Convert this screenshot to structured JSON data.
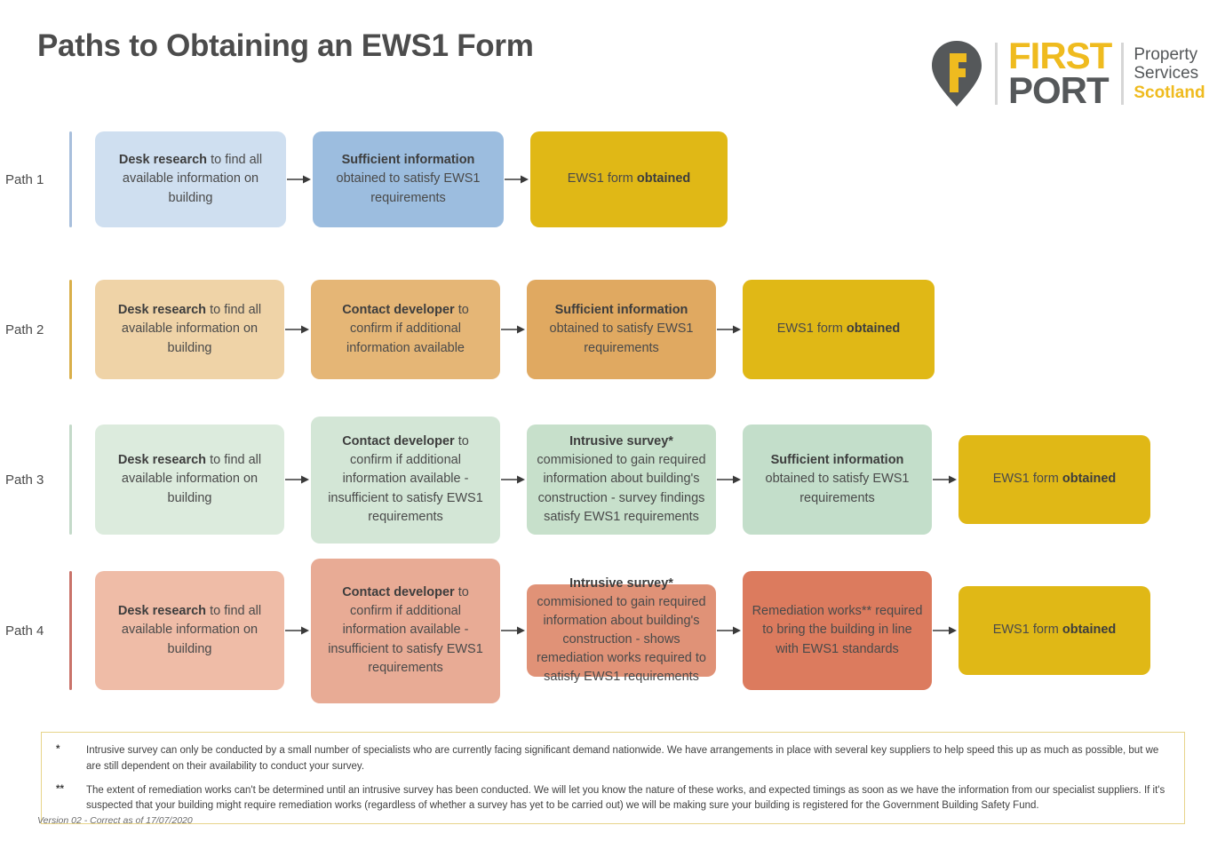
{
  "header": {
    "title": "Paths to Obtaining an EWS1 Form",
    "logo": {
      "pin_icon": "map-pin-with-f-icon",
      "brand_first": "FIRST",
      "brand_port": "PORT",
      "sub_line1": "Property",
      "sub_line2": "Services",
      "sub_line3": "Scotland",
      "gold": "#EFBB1F",
      "grey": "#55585A"
    }
  },
  "paths": [
    {
      "label": "Path 1",
      "bar_color": "#A8BFDC",
      "steps": [
        {
          "bold": "Desk research",
          "rest": " to find all available information on building",
          "bg": "#CFDFF0"
        },
        {
          "bold": "Sufficient information",
          "rest": " obtained to satisfy EWS1 requirements",
          "bg": "#9CBDDF"
        },
        {
          "bold": "",
          "rest": "EWS1 form ",
          "bold_tail": "obtained",
          "bg": "#E0B816"
        }
      ]
    },
    {
      "label": "Path 2",
      "bar_color": "#D9AF4A",
      "steps": [
        {
          "bold": "Desk research",
          "rest": " to find all available information on building",
          "bg": "#EFD3A7"
        },
        {
          "bold": "Contact developer",
          "rest": " to confirm if additional information available",
          "bg": "#E5B676"
        },
        {
          "bold": "Sufficient information",
          "rest": " obtained to satisfy EWS1 requirements",
          "bg": "#E0A961"
        },
        {
          "bold": "",
          "rest": "EWS1 form ",
          "bold_tail": "obtained",
          "bg": "#E0B816"
        }
      ]
    },
    {
      "label": "Path 3",
      "bar_color": "#C4DAC9",
      "steps": [
        {
          "bold": "Desk research",
          "rest": " to find all available information on building",
          "bg": "#DCEBDD"
        },
        {
          "bold": "Contact developer",
          "rest": " to confirm if additional information available - insufficient to satisfy EWS1 requirements",
          "bg": "#D3E6D6"
        },
        {
          "bold": "Intrusive survey*",
          "rest": " commisioned to gain required information about building's construction - survey findings satisfy EWS1 requirements",
          "bg": "#C7E0CB"
        },
        {
          "bold": "Sufficient information",
          "rest": " obtained to satisfy EWS1 requirements",
          "bg": "#C3DECA"
        },
        {
          "bold": "",
          "rest": "EWS1 form ",
          "bold_tail": "obtained",
          "bg": "#E0B816"
        }
      ]
    },
    {
      "label": "Path 4",
      "bar_color": "#C9736A",
      "steps": [
        {
          "bold": "Desk research",
          "rest": " to find all available information on building",
          "bg": "#EFBCA7"
        },
        {
          "bold": "Contact developer",
          "rest": " to confirm if additional information available - insufficient to satisfy EWS1 requirements",
          "bg": "#E8AB95"
        },
        {
          "bold": "Intrusive survey*",
          "rest": " commisioned to gain required information about building's construction - shows remediation works required to satisfy EWS1 requirements",
          "bg": "#E09277"
        },
        {
          "bold": "",
          "rest": "Remediation works** required to bring the building in line with EWS1 standards",
          "bg": "#DC7B5E"
        },
        {
          "bold": "",
          "rest": "EWS1 form ",
          "bold_tail": "obtained",
          "bg": "#E0B816"
        }
      ]
    }
  ],
  "footnotes": [
    {
      "mark": "*",
      "text": "Intrusive survey can only be conducted by a small number of specialists who are currently facing significant demand nationwide. We have arrangements in place with several key suppliers to help speed this up as much as possible, but we are still dependent on their availability to conduct your survey."
    },
    {
      "mark": "**",
      "text": "The extent of remediation works can't be determined until an intrusive survey has been conducted. We will let you know the nature of these works, and expected timings as soon as we have the information from our specialist suppliers. If it's suspected that your building might require remediation works (regardless of whether a survey has yet to be carried out) we will be making sure your building is registered for the Government Building Safety Fund."
    }
  ],
  "version_note": "Version 02 - Correct as of 17/07/2020",
  "arrow_icon": "arrow-right-icon"
}
